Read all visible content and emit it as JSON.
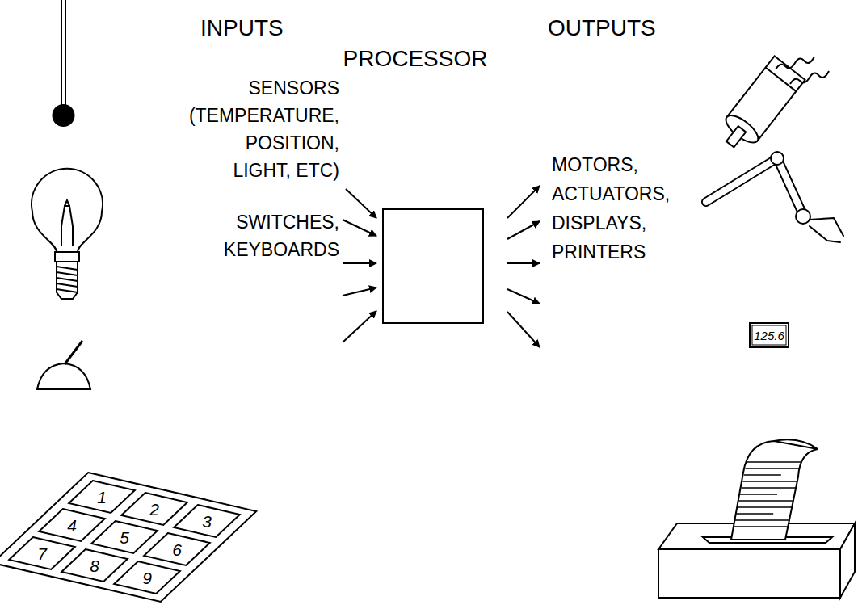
{
  "diagram": {
    "nodes": [
      {
        "text": [
          "PROCESSOR"
        ]
      }
    ],
    "labels": [
      "INPUTS",
      "OUTPUTS",
      "SENSORS (TEMPERATURE, POSITION, LIGHT, ETC)",
      "SWITCHES, KEYBOARDS",
      "MOTORS, ACTUATORS, DISPLAYS, PRINTERS",
      "1",
      "2",
      "3",
      "4",
      "5",
      "6",
      "7",
      "8",
      "9",
      "125.6"
    ]
  }
}
